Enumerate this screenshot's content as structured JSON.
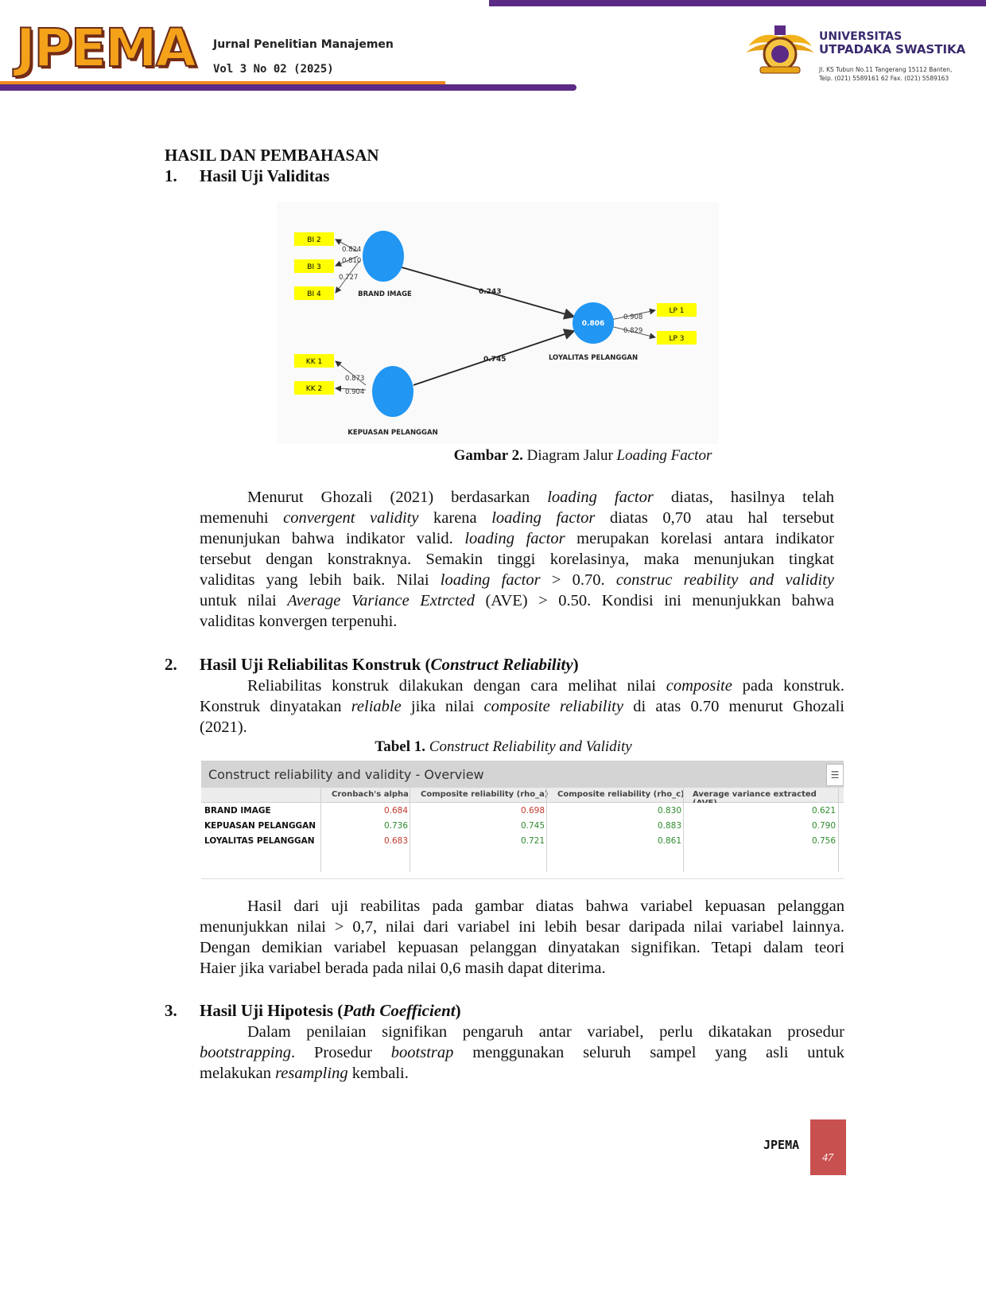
{
  "header": {
    "logo": "JPEMA",
    "journal_name": "Jurnal Penelitian Manajemen",
    "volume": "Vol 3 No 02 (2025)",
    "university_line1": "UNIVERSITAS",
    "university_line2": "UTPADAKA SWASTIKA",
    "address_line1": "Jl. KS Tubun No.11 Tangerang 15112 Banten,",
    "address_line2": "Telp. (021) 5589161 62 Fax. (021) 5589163"
  },
  "section_title": "HASIL DAN PEMBAHASAN",
  "sections": [
    {
      "num": "1.",
      "title": "Hasil Uji Validitas"
    },
    {
      "num": "2.",
      "title": "Hasil Uji Reliabilitas Konstruk (",
      "title_italic": "Construct Reliability",
      "title_end": ")"
    },
    {
      "num": "3.",
      "title": "Hasil Uji Hipotesis (",
      "title_italic": "Path Coefficient",
      "title_end": ")"
    }
  ],
  "figure": {
    "caption_bold": "Gambar 2.",
    "caption_text": "Diagram Jalur",
    "caption_italic": "Loading Factor",
    "indicators": [
      "BI 2",
      "BI 3",
      "BI 4",
      "KK 1",
      "KK 2",
      "LP 1",
      "LP 3"
    ],
    "loadings": {
      "bi2": "0.824",
      "bi3": "0.810",
      "bi4": "0.727",
      "kk1": "0.873",
      "kk2": "0.904",
      "lp1": "0.908",
      "lp3": "0.829"
    },
    "paths": {
      "bi_lp": "0.243",
      "kp_lp": "0.745"
    },
    "r2": "0.806",
    "constructs": {
      "bi": "BRAND IMAGE",
      "kp": "KEPUASAN PELANGGAN",
      "lp": "LOYALITAS PELANGGAN"
    }
  },
  "para1": [
    "Menurut Ghozali (2021) berdasarkan <i>loading factor</i> diatas, hasilnya telah",
    "memenuhi <i>convergent validity</i> karena <i>loading factor</i> diatas 0,70 atau hal tersebut",
    "menunjukan bahwa indikator valid. <i>loading factor</i> merupakan korelasi antara indikator",
    "tersebut dengan konstraknya. Semakin tinggi korelasinya, maka menunjukan tingkat",
    "validitas yang lebih baik. Nilai <i>loading factor</i> &gt; 0.70. <i>construc reability and validity</i>",
    "untuk nilai <i>Average Variance Extrcted</i> (AVE) &gt; 0.50. Kondisi ini menunjukkan bahwa",
    "validitas konvergen terpenuhi."
  ],
  "para2": [
    "Reliabilitas konstruk dilakukan dengan cara melihat nilai <i>composite</i> pada konstruk.",
    "Konstruk dinyatakan <i>reliable</i> jika nilai <i>composite reliability</i> di atas 0.70 menurut Ghozali",
    "(2021)."
  ],
  "table": {
    "caption_bold": "Tabel 1.",
    "caption_italic": "Construct Reliability and Validity",
    "title": "Construct reliability and validity - Overview",
    "columns": [
      "Cronbach's alpha",
      "Composite reliability (rho_a)",
      "Composite reliability (rho_c)",
      "Average variance extracted (AVE)"
    ],
    "rows": [
      {
        "label": "BRAND IMAGE",
        "values": [
          "0.684",
          "0.698",
          "0.830",
          "0.621"
        ],
        "flags": [
          "red",
          "red",
          "green",
          "green"
        ]
      },
      {
        "label": "KEPUASAN PELANGGAN",
        "values": [
          "0.736",
          "0.745",
          "0.883",
          "0.790"
        ],
        "flags": [
          "green",
          "green",
          "green",
          "green"
        ]
      },
      {
        "label": "LOYALITAS PELANGGAN",
        "values": [
          "0.683",
          "0.721",
          "0.861",
          "0.756"
        ],
        "flags": [
          "red",
          "green",
          "green",
          "green"
        ]
      }
    ]
  },
  "para3": [
    "Hasil dari uji reabilitas pada gambar diatas bahwa variabel kepuasan pelanggan",
    "menunjukkan nilai &gt; 0,7, nilai dari variabel ini lebih besar daripada nilai variabel lainnya.",
    "Dengan demikian variabel kepuasan pelanggan dinyatakan signifikan. Tetapi dalam teori",
    "Haier jika variabel berada pada nilai 0,6 masih dapat diterima."
  ],
  "para4": [
    "Dalam penilaian signifikan pengaruh antar variabel, perlu dikatakan prosedur",
    "<i>bootstrapping</i>. Prosedur <i>bootstrap</i> menggunakan seluruh sampel yang asli untuk",
    "melakukan <i>resampling</i> kembali."
  ],
  "footer": {
    "journal": "JPEMA",
    "page": "47"
  },
  "colors": {
    "purple": "#5b2a86",
    "orange": "#f5a21b",
    "node_blue": "#2196f3",
    "indicator_yellow": "#ffff00",
    "red_value": "#c0392b",
    "green_value": "#2e8b2e",
    "footer_red": "#c8504e"
  }
}
